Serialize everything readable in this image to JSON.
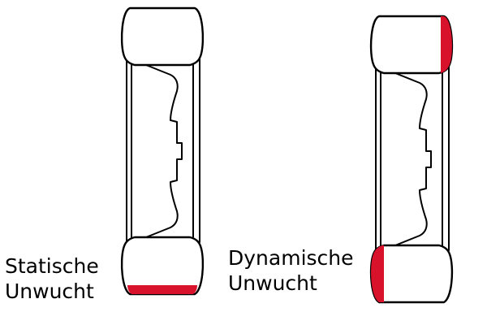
{
  "colors": {
    "imbalance": "#d9122b",
    "outline": "#000000",
    "background": "#ffffff"
  },
  "wheels": [
    {
      "id": "static",
      "label_lines": [
        "Statische",
        "Unwucht"
      ]
    },
    {
      "id": "dynamic",
      "label_lines": [
        "Dynamische",
        "Unwucht"
      ]
    }
  ]
}
